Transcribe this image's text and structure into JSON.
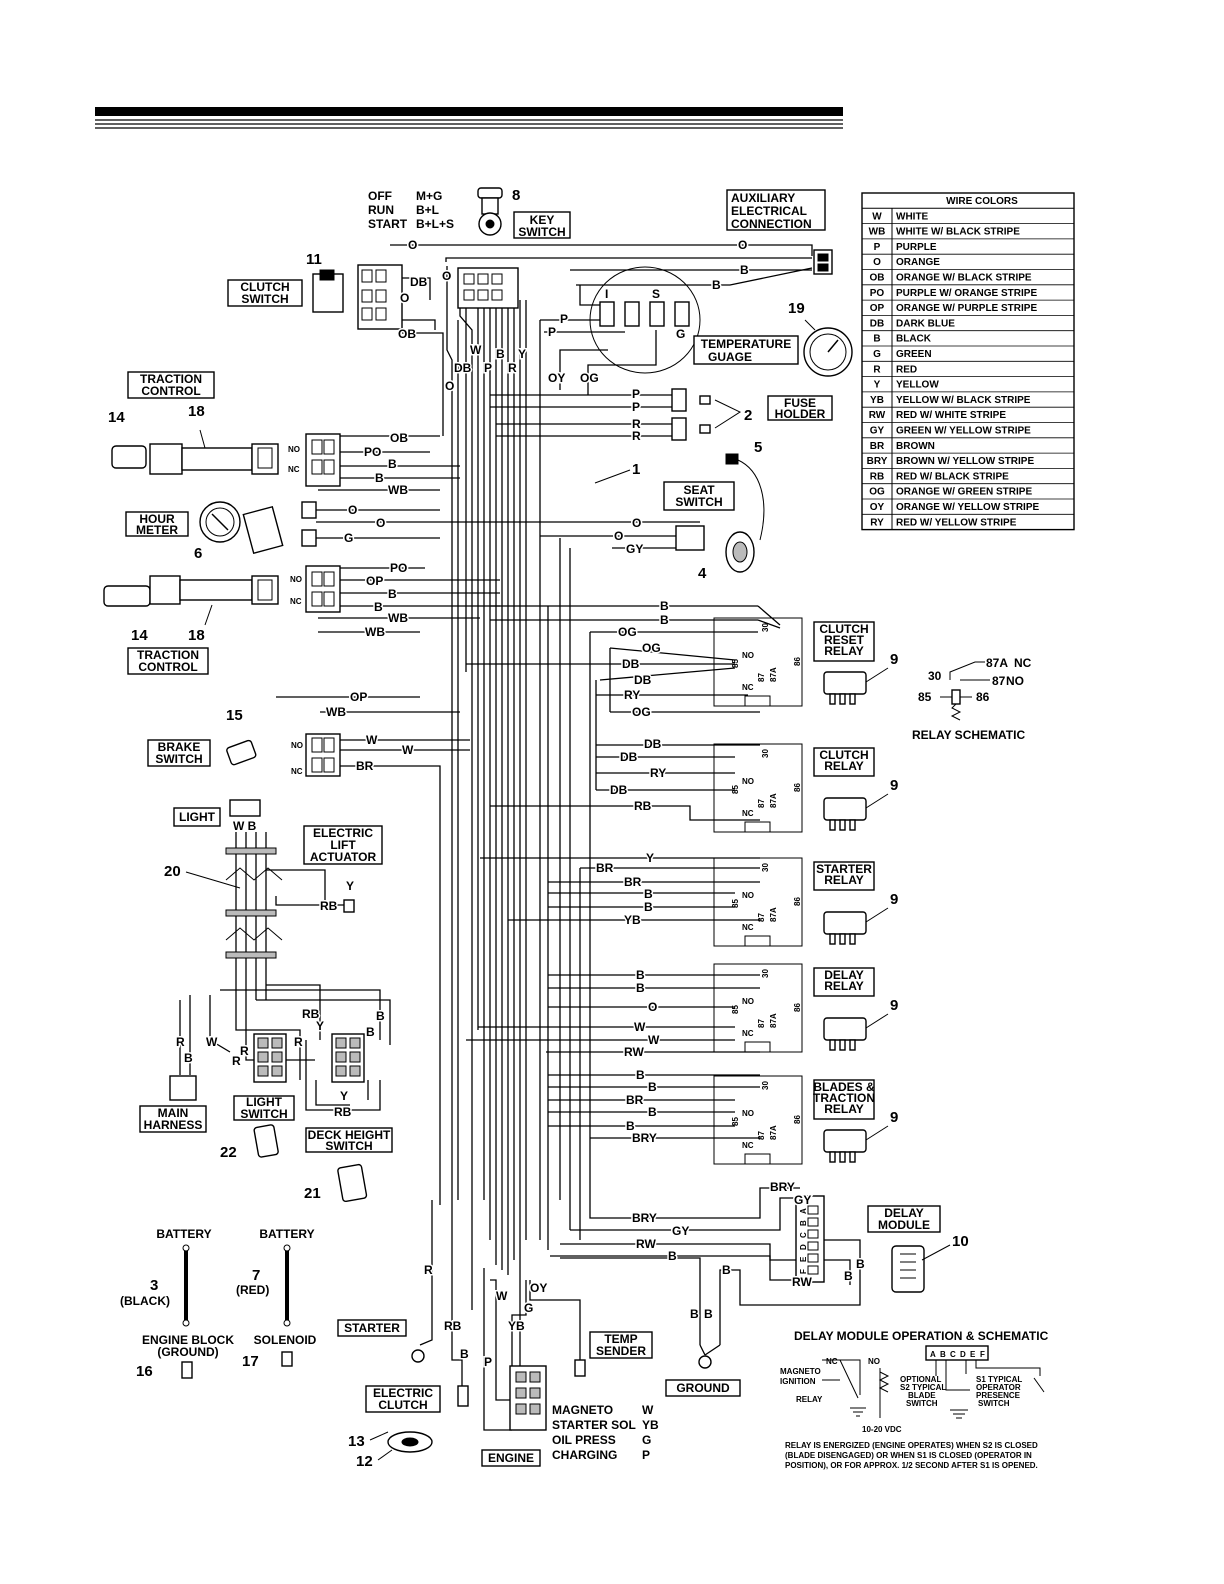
{
  "key_switch_modes": [
    {
      "mode": "OFF",
      "contacts": "M+G"
    },
    {
      "mode": "RUN",
      "contacts": "B+L"
    },
    {
      "mode": "START",
      "contacts": "B+L+S"
    }
  ],
  "components": {
    "key_switch": {
      "label_lines": [
        "KEY",
        "SWITCH"
      ],
      "number": "8"
    },
    "aux": {
      "label_lines": [
        "AUXILIARY",
        "ELECTRICAL",
        "CONNECTION"
      ]
    },
    "clutch_switch": {
      "label_lines": [
        "CLUTCH",
        "SWITCH"
      ],
      "number": "11"
    },
    "traction_top": {
      "label_lines": [
        "TRACTION",
        "CONTROL"
      ],
      "numbers": [
        "14",
        "18"
      ]
    },
    "traction_bottom": {
      "label_lines": [
        "TRACTION",
        "CONTROL"
      ],
      "numbers": [
        "14",
        "18"
      ]
    },
    "hour_meter": {
      "label_lines": [
        "HOUR",
        "METER"
      ],
      "number": "6"
    },
    "temp_gauge": {
      "label_lines": [
        "TEMPERATURE",
        "GUAGE"
      ],
      "number": "19",
      "pins": [
        "I",
        "S",
        "G"
      ]
    },
    "fuse_holder": {
      "label_lines": [
        "FUSE",
        "HOLDER"
      ],
      "number": "2"
    },
    "seat_switch": {
      "label_lines": [
        "SEAT",
        "SWITCH"
      ],
      "numbers": [
        "5",
        "4"
      ]
    },
    "harness": {
      "number": "1"
    },
    "brake_switch": {
      "label_lines": [
        "BRAKE",
        "SWITCH"
      ],
      "number": "15"
    },
    "light": {
      "label": "LIGHT",
      "pins": "W B"
    },
    "lift_actuator": {
      "label_lines": [
        "ELECTRIC",
        "LIFT",
        "ACTUATOR"
      ]
    },
    "cable": {
      "number": "20"
    },
    "main_harness": {
      "label_lines": [
        "MAIN",
        "HARNESS"
      ]
    },
    "light_switch": {
      "label_lines": [
        "LIGHT",
        "SWITCH"
      ],
      "number": "22"
    },
    "deck_height": {
      "label_lines": [
        "DECK HEIGHT",
        "SWITCH"
      ],
      "number": "21"
    },
    "battery_black": {
      "title": "BATTERY",
      "number": "3",
      "color_note": "(BLACK)",
      "end_lines": [
        "ENGINE BLOCK",
        "(GROUND)"
      ],
      "end_number": "16"
    },
    "battery_red": {
      "title": "BATTERY",
      "number": "7",
      "color_note": "(RED)",
      "end": "SOLENOID",
      "end_number": "17"
    },
    "starter": {
      "label": "STARTER"
    },
    "electric_clutch": {
      "label_lines": [
        "ELECTRIC",
        "CLUTCH"
      ],
      "numbers": [
        "13",
        "12"
      ]
    },
    "engine": {
      "label": "ENGINE"
    },
    "temp_sender": {
      "label_lines": [
        "TEMP",
        "SENDER"
      ]
    },
    "ground": {
      "label": "GROUND"
    },
    "delay_module": {
      "label_lines": [
        "DELAY",
        "MODULE"
      ],
      "number": "10",
      "pins": [
        "A",
        "B",
        "C",
        "D",
        "E",
        "F"
      ]
    }
  },
  "engine_terminals": [
    {
      "name": "MAGNETO",
      "code": "W"
    },
    {
      "name": "STARTER SOL",
      "code": "YB"
    },
    {
      "name": "OIL PRESS",
      "code": "G"
    },
    {
      "name": "CHARGING",
      "code": "P"
    }
  ],
  "relays": [
    {
      "label_lines": [
        "CLUTCH",
        "RESET",
        "RELAY"
      ],
      "number": "9"
    },
    {
      "label_lines": [
        "CLUTCH",
        "RELAY"
      ],
      "number": "9"
    },
    {
      "label_lines": [
        "STARTER",
        "RELAY"
      ],
      "number": "9"
    },
    {
      "label_lines": [
        "DELAY",
        "RELAY"
      ],
      "number": "9"
    },
    {
      "label_lines": [
        "BLADES &",
        "TRACTION",
        "RELAY"
      ],
      "number": "9"
    }
  ],
  "relay_pins": {
    "p30": "30",
    "p85": "85",
    "p86": "86",
    "p87": "87",
    "p87a": "87A",
    "no": "NO",
    "nc": "NC"
  },
  "relay_schematic": {
    "title": "RELAY SCHEMATIC",
    "p87a": "87A",
    "nc": "NC",
    "p87": "87",
    "no": "NO",
    "p30": "30",
    "p85": "85",
    "p86": "86"
  },
  "wire_colors": {
    "title": "WIRE COLORS",
    "rows": [
      [
        "W",
        "WHITE"
      ],
      [
        "WB",
        "WHITE W/ BLACK STRIPE"
      ],
      [
        "P",
        "PURPLE"
      ],
      [
        "O",
        "ORANGE"
      ],
      [
        "OB",
        "ORANGE W/ BLACK STRIPE"
      ],
      [
        "PO",
        "PURPLE W/ ORANGE STRIPE"
      ],
      [
        "OP",
        "ORANGE W/ PURPLE STRIPE"
      ],
      [
        "DB",
        "DARK BLUE"
      ],
      [
        "B",
        "BLACK"
      ],
      [
        "G",
        "GREEN"
      ],
      [
        "R",
        "RED"
      ],
      [
        "Y",
        "YELLOW"
      ],
      [
        "YB",
        "YELLOW W/ BLACK STRIPE"
      ],
      [
        "RW",
        "RED W/ WHITE STRIPE"
      ],
      [
        "GY",
        "GREEN W/ YELLOW STRIPE"
      ],
      [
        "BR",
        "BROWN"
      ],
      [
        "BRY",
        "BROWN W/ YELLOW STRIPE"
      ],
      [
        "RB",
        "RED W/ BLACK STRIPE"
      ],
      [
        "OG",
        "ORANGE W/ GREEN STRIPE"
      ],
      [
        "OY",
        "ORANGE W/ YELLOW STRIPE"
      ],
      [
        "RY",
        "RED W/ YELLOW STRIPE"
      ]
    ]
  },
  "delay_schematic": {
    "title": "DELAY MODULE OPERATION & SCHEMATIC",
    "pins": [
      "A",
      "B",
      "C",
      "D",
      "E",
      "F"
    ],
    "nc": "NC",
    "no": "NO",
    "magneto_lines": [
      "MAGNETO",
      "IGNITION"
    ],
    "relay": "RELAY",
    "vdc": "10-20 VDC",
    "s2_lines": [
      "OPTIONAL",
      "S2 TYPICAL",
      "BLADE",
      "SWITCH"
    ],
    "s1_lines": [
      "S1 TYPICAL",
      "OPERATOR",
      "PRESENCE",
      "SWITCH"
    ],
    "note_lines": [
      "RELAY IS ENERGIZED (ENGINE OPERATES) WHEN S2 IS CLOSED",
      "(BLADE DISENGAGED) OR WHEN S1 IS CLOSED (OPERATOR IN",
      "POSITION), OR FOR APPROX. 1/2 SECOND AFTER S1 IS OPENED."
    ]
  },
  "wire_labels": [
    {
      "id": "w-o-top",
      "text": "O"
    },
    {
      "id": "w-o-2",
      "text": "O"
    },
    {
      "id": "w-b-aux",
      "text": "B"
    },
    {
      "id": "w-b-aux2",
      "text": "B"
    },
    {
      "id": "w-db1",
      "text": "DB"
    },
    {
      "id": "w-o-cs",
      "text": "O"
    },
    {
      "id": "w-ob1",
      "text": "OB"
    },
    {
      "id": "w-o-key",
      "text": "O"
    },
    {
      "id": "w-p1",
      "text": "P"
    },
    {
      "id": "w-p2",
      "text": "P"
    },
    {
      "id": "w-db2",
      "text": "DB"
    },
    {
      "id": "w-w1",
      "text": "W"
    },
    {
      "id": "w-b1",
      "text": "B"
    },
    {
      "id": "w-y1",
      "text": "Y"
    },
    {
      "id": "w-p3",
      "text": "P"
    },
    {
      "id": "w-r1",
      "text": "R"
    },
    {
      "id": "w-o3",
      "text": "O"
    },
    {
      "id": "w-oy",
      "text": "OY"
    },
    {
      "id": "w-og",
      "text": "OG"
    },
    {
      "id": "w-fp1",
      "text": "P"
    },
    {
      "id": "w-fp2",
      "text": "P"
    },
    {
      "id": "w-fr1",
      "text": "R"
    },
    {
      "id": "w-fr2",
      "text": "R"
    },
    {
      "id": "w-ob2",
      "text": "OB"
    },
    {
      "id": "w-po1",
      "text": "PO"
    },
    {
      "id": "w-b2",
      "text": "B"
    },
    {
      "id": "w-b3",
      "text": "B"
    },
    {
      "id": "w-wb1",
      "text": "WB"
    },
    {
      "id": "w-hm-o",
      "text": "O"
    },
    {
      "id": "w-hm-o2",
      "text": "O"
    },
    {
      "id": "w-hm-g",
      "text": "G"
    },
    {
      "id": "w-ss-o",
      "text": "O"
    },
    {
      "id": "w-ss-o2",
      "text": "O"
    },
    {
      "id": "w-ss-gy",
      "text": "GY"
    },
    {
      "id": "w-po2",
      "text": "PO"
    },
    {
      "id": "w-op1",
      "text": "OP"
    },
    {
      "id": "w-b4",
      "text": "B"
    },
    {
      "id": "w-b5",
      "text": "B"
    },
    {
      "id": "w-wb2",
      "text": "WB"
    },
    {
      "id": "w-wb3",
      "text": "WB"
    },
    {
      "id": "w-op2",
      "text": "OP"
    },
    {
      "id": "w-wb4",
      "text": "WB"
    },
    {
      "id": "w-w2",
      "text": "W"
    },
    {
      "id": "w-w3",
      "text": "W"
    },
    {
      "id": "w-br1",
      "text": "BR"
    },
    {
      "id": "w-r1b",
      "text": "B"
    },
    {
      "id": "w-r1b2",
      "text": "B"
    },
    {
      "id": "w-r1og",
      "text": "OG"
    },
    {
      "id": "w-r1og2",
      "text": "OG"
    },
    {
      "id": "w-r1db",
      "text": "DB"
    },
    {
      "id": "w-r1db2",
      "text": "DB"
    },
    {
      "id": "w-r1ry",
      "text": "RY"
    },
    {
      "id": "w-r1og3",
      "text": "OG"
    },
    {
      "id": "w-r2db",
      "text": "DB"
    },
    {
      "id": "w-r2db2",
      "text": "DB"
    },
    {
      "id": "w-r2ry",
      "text": "RY"
    },
    {
      "id": "w-r2db3",
      "text": "DB"
    },
    {
      "id": "w-r2rb",
      "text": "RB"
    },
    {
      "id": "w-r3y",
      "text": "Y"
    },
    {
      "id": "w-r3br",
      "text": "BR"
    },
    {
      "id": "w-r3br2",
      "text": "BR"
    },
    {
      "id": "w-r3b",
      "text": "B"
    },
    {
      "id": "w-r3b2",
      "text": "B"
    },
    {
      "id": "w-r3yb",
      "text": "YB"
    },
    {
      "id": "w-r4b",
      "text": "B"
    },
    {
      "id": "w-r4b2",
      "text": "B"
    },
    {
      "id": "w-r4o",
      "text": "O"
    },
    {
      "id": "w-r4w",
      "text": "W"
    },
    {
      "id": "w-r4w2",
      "text": "W"
    },
    {
      "id": "w-r4rw",
      "text": "RW"
    },
    {
      "id": "w-r5b",
      "text": "B"
    },
    {
      "id": "w-r5b2",
      "text": "B"
    },
    {
      "id": "w-r5br",
      "text": "BR"
    },
    {
      "id": "w-r5b3",
      "text": "B"
    },
    {
      "id": "w-r5b4",
      "text": "B"
    },
    {
      "id": "w-r5bry",
      "text": "BRY"
    },
    {
      "id": "w-dm-bry",
      "text": "BRY"
    },
    {
      "id": "w-dm-gy",
      "text": "GY"
    },
    {
      "id": "w-dm-bry2",
      "text": "BRY"
    },
    {
      "id": "w-dm-gy2",
      "text": "GY"
    },
    {
      "id": "w-dm-rw",
      "text": "RW"
    },
    {
      "id": "w-dm-b",
      "text": "B"
    },
    {
      "id": "w-dm-b2",
      "text": "B"
    },
    {
      "id": "w-dm-rw2",
      "text": "RW"
    },
    {
      "id": "w-dm-b3",
      "text": "B"
    },
    {
      "id": "w-dm-b4",
      "text": "B"
    },
    {
      "id": "w-la-y",
      "text": "Y"
    },
    {
      "id": "w-la-rb",
      "text": "RB"
    },
    {
      "id": "w-mh-r",
      "text": "R"
    },
    {
      "id": "w-mh-b",
      "text": "B"
    },
    {
      "id": "w-mh-w",
      "text": "W"
    },
    {
      "id": "w-ls-r",
      "text": "R"
    },
    {
      "id": "w-ls-r2",
      "text": "R"
    },
    {
      "id": "w-ls-r3",
      "text": "R"
    },
    {
      "id": "w-dh-rb",
      "text": "RB"
    },
    {
      "id": "w-dh-y",
      "text": "Y"
    },
    {
      "id": "w-dh-b",
      "text": "B"
    },
    {
      "id": "w-dh-b2",
      "text": "B"
    },
    {
      "id": "w-dh-y2",
      "text": "Y"
    },
    {
      "id": "w-dh-rb2",
      "text": "RB"
    },
    {
      "id": "w-st-r",
      "text": "R"
    },
    {
      "id": "w-ec-rb",
      "text": "RB"
    },
    {
      "id": "w-ec-b",
      "text": "B"
    },
    {
      "id": "w-en-w",
      "text": "W"
    },
    {
      "id": "w-en-g",
      "text": "G"
    },
    {
      "id": "w-en-oy",
      "text": "OY"
    },
    {
      "id": "w-en-yb",
      "text": "YB"
    },
    {
      "id": "w-en-p",
      "text": "P"
    },
    {
      "id": "w-gr-b",
      "text": "B"
    },
    {
      "id": "w-gr-b2",
      "text": "B"
    },
    {
      "id": "w-gr-b3",
      "text": "B"
    }
  ]
}
